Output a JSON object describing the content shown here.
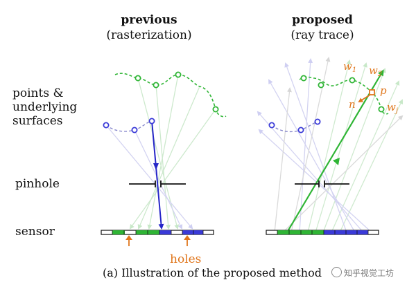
{
  "titles": {
    "previous_main": "previous",
    "previous_sub": "(rasterization)",
    "proposed_main": "proposed",
    "proposed_sub": "(ray trace)"
  },
  "row_labels": {
    "points_line1": "points &",
    "points_line2": "underlying",
    "points_line3": "surfaces",
    "pinhole": "pinhole",
    "sensor": "sensor"
  },
  "annotations": {
    "holes": "holes",
    "w1": "w",
    "w1_sub": "1",
    "w2": "w",
    "w2_sub": "2",
    "wj": "w",
    "wj_sub": "j",
    "n": "n",
    "p": "p"
  },
  "caption": "(a) Illustration of the proposed method",
  "watermark": "知乎视觉工坊",
  "colors": {
    "green": "#2fb535",
    "blue": "#3a3ad8",
    "orange": "#e0761c",
    "light_green": "#bfe6c0",
    "light_blue": "#c9c9ef",
    "light_gray": "#d4d4d4"
  }
}
